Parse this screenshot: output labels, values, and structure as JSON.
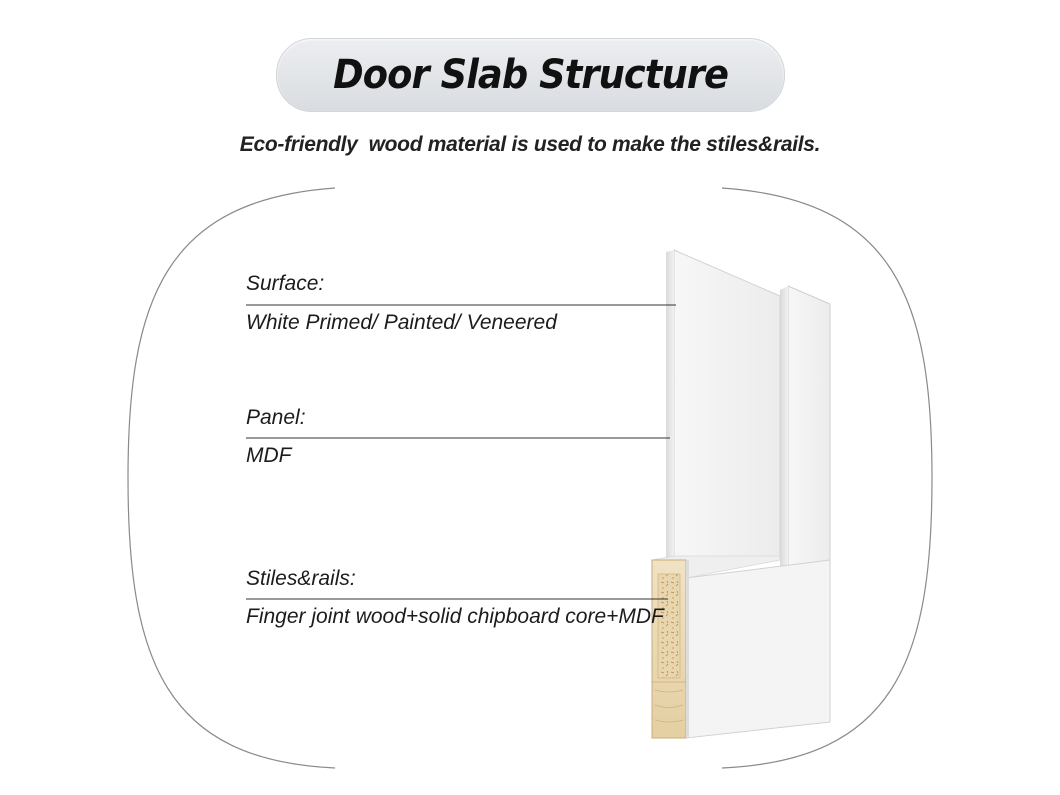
{
  "title": "Door Slab Structure",
  "subtitle": "Eco-friendly  wood material is used to make the stiles&rails.",
  "callouts": [
    {
      "heading": "Surface:",
      "detail": "White Primed/ Painted/ Veneered"
    },
    {
      "heading": "Panel:",
      "detail": "MDF"
    },
    {
      "heading": "Stiles&rails:",
      "detail": "Finger joint wood+solid chipboard core+MDF"
    }
  ],
  "colors": {
    "title_pill": "#dcdfe3",
    "door_face": "#f3f3f3",
    "wood_core": "#ead8b4",
    "leader_line": "#333333"
  }
}
